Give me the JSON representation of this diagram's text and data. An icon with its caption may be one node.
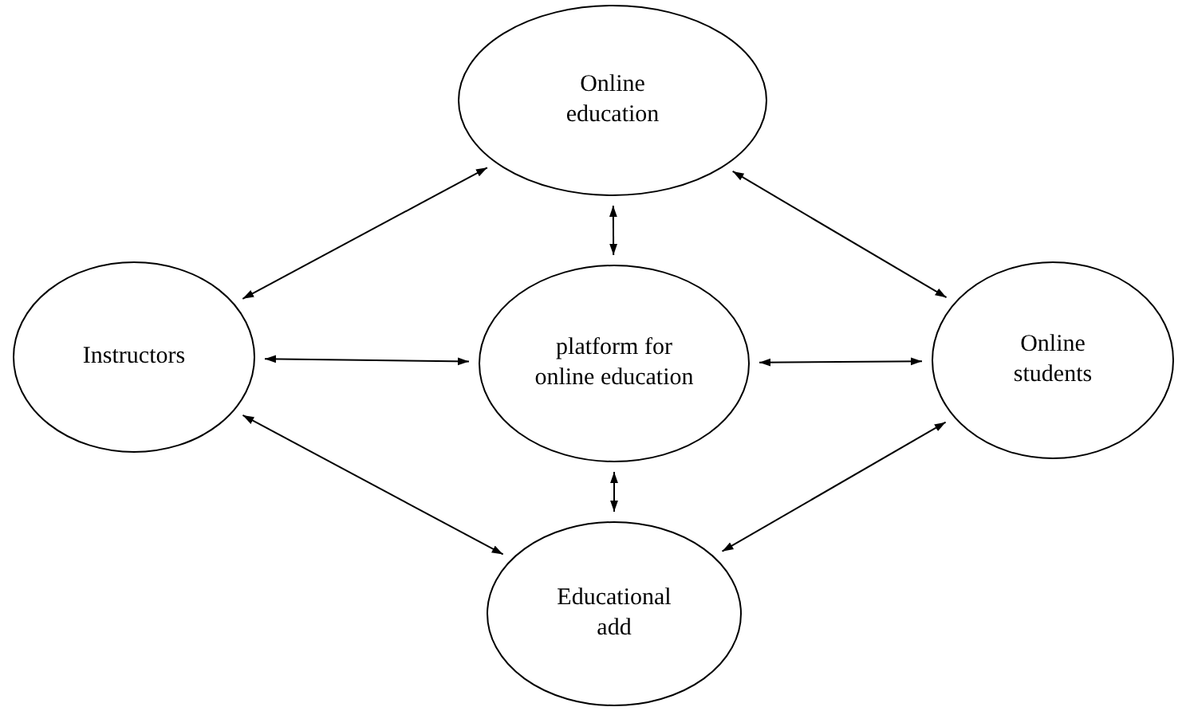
{
  "diagram": {
    "nodes": [
      {
        "text": [
          "Online education"
        ]
      },
      {
        "text": [
          "Instructors"
        ]
      },
      {
        "text": [
          "platform for online education"
        ]
      },
      {
        "text": [
          "Online students"
        ]
      },
      {
        "text": [
          "Educational add"
        ]
      }
    ],
    "edges": [
      {
        "from": 1,
        "to": 0,
        "arrow": "both"
      },
      {
        "from": 0,
        "to": 3,
        "arrow": "both"
      },
      {
        "from": 1,
        "to": 2,
        "arrow": "both"
      },
      {
        "from": 2,
        "to": 3,
        "arrow": "both"
      },
      {
        "from": 0,
        "to": 2,
        "arrow": "both"
      },
      {
        "from": 2,
        "to": 4,
        "arrow": "both"
      },
      {
        "from": 1,
        "to": 4,
        "arrow": "both"
      },
      {
        "from": 4,
        "to": 3,
        "arrow": "both"
      }
    ]
  }
}
